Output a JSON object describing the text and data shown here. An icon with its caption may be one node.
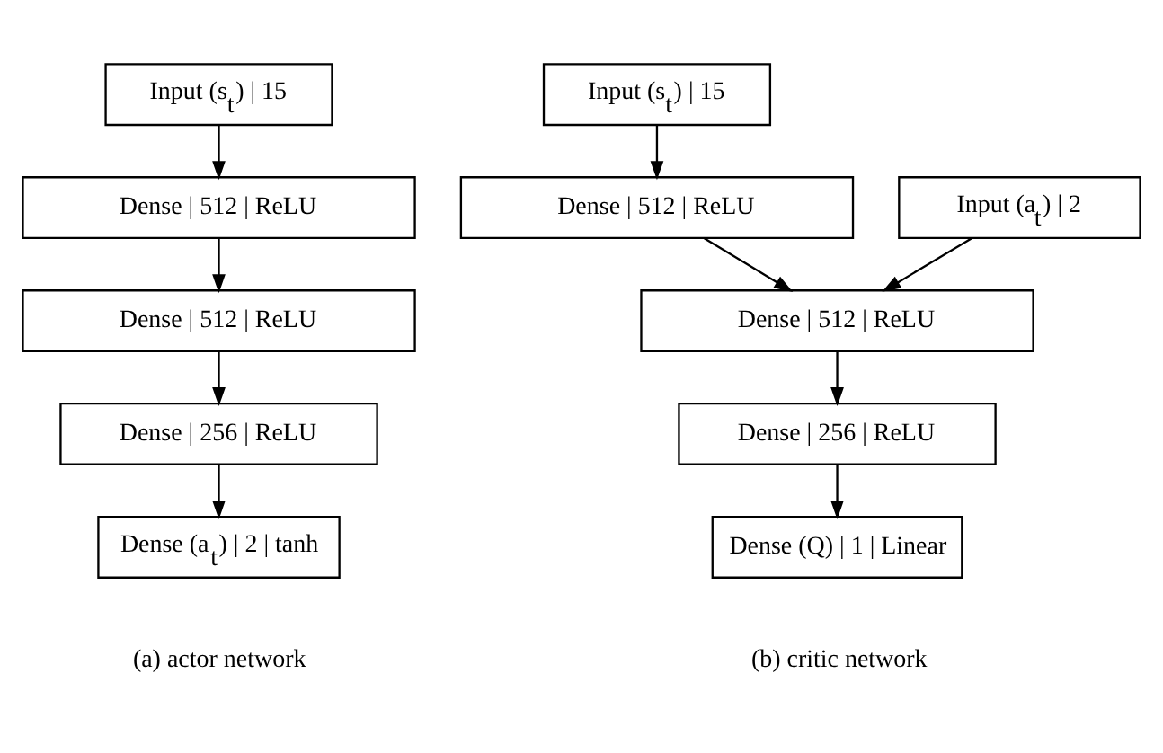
{
  "diagram": {
    "nodes": [
      {
        "text": [
          "Input (s$_{t}$) | 15"
        ]
      },
      {
        "text": [
          "Dense | 512 | ReLU"
        ]
      },
      {
        "text": [
          "Dense | 512 | ReLU"
        ]
      },
      {
        "text": [
          "Dense | 256 | ReLU"
        ]
      },
      {
        "text": [
          "Dense (a$_{t}$) | 2 | tanh"
        ]
      },
      {
        "text": [
          "Input (s$_{t}$) | 15"
        ]
      },
      {
        "text": [
          "Dense | 512 | ReLU"
        ]
      },
      {
        "text": [
          "Input (a$_{t}$) | 2"
        ]
      },
      {
        "text": [
          "Dense | 512 | ReLU"
        ]
      },
      {
        "text": [
          "Dense | 256 | ReLU"
        ]
      },
      {
        "text": [
          "Dense (Q) | 1 | Linear"
        ]
      }
    ],
    "edges": [
      {
        "from": 0,
        "to": 1,
        "arrow": "to"
      },
      {
        "from": 1,
        "to": 2,
        "arrow": "to"
      },
      {
        "from": 2,
        "to": 3,
        "arrow": "to"
      },
      {
        "from": 3,
        "to": 4,
        "arrow": "to"
      },
      {
        "from": 5,
        "to": 6,
        "arrow": "to"
      },
      {
        "from": 6,
        "to": 8,
        "arrow": "to"
      },
      {
        "from": 7,
        "to": 8,
        "arrow": "to"
      },
      {
        "from": 8,
        "to": 9,
        "arrow": "to"
      },
      {
        "from": 9,
        "to": 10,
        "arrow": "to"
      }
    ],
    "labels": [
      "(a) actor network",
      "(b) critic network"
    ]
  }
}
